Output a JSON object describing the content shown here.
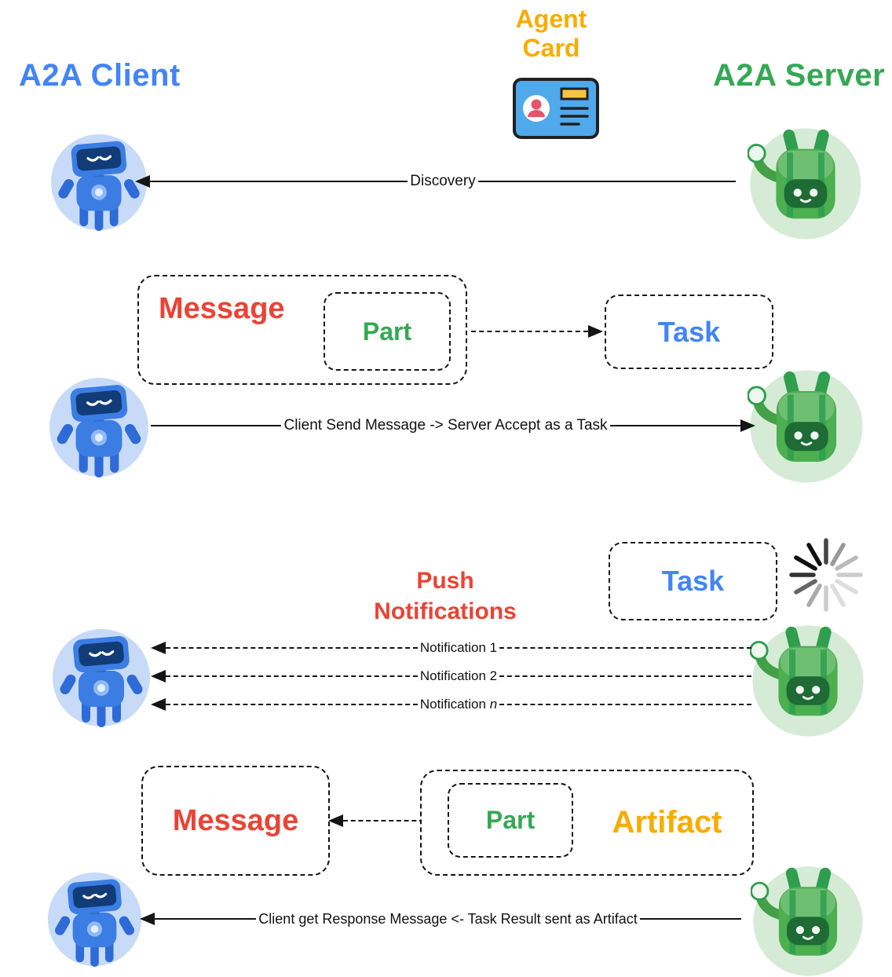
{
  "colors": {
    "client_blue": "#4285F4",
    "server_green": "#34A853",
    "accent_red": "#EA4335",
    "accent_yellow": "#F9AB00",
    "line_black": "#151515",
    "client_avatar_bg": "#C7DBF8",
    "server_avatar_bg": "#D5EBD6"
  },
  "header": {
    "client_title": "A2A Client",
    "server_title": "A2A Server",
    "agent_card": {
      "line1": "Agent",
      "line2": "Card",
      "icon": "id-card-icon"
    }
  },
  "discovery": {
    "label": "Discovery"
  },
  "send_message": {
    "message_box": "Message",
    "part_box": "Part",
    "task_box": "Task",
    "label": "Client Send Message -> Server Accept as a Task"
  },
  "push": {
    "title_line1": "Push",
    "title_line2": "Notifications",
    "task_box": "Task",
    "spinner": "processing-spinner-icon",
    "notifications": [
      {
        "prefix": "Notification 1",
        "suffix": ""
      },
      {
        "prefix": "Notification 2",
        "suffix": ""
      },
      {
        "prefix": "Notification ",
        "suffix": "n"
      }
    ]
  },
  "response": {
    "message_box": "Message",
    "part_box": "Part",
    "artifact_label": "Artifact",
    "label": "Client get Response Message <- Task Result sent as Artifact"
  }
}
